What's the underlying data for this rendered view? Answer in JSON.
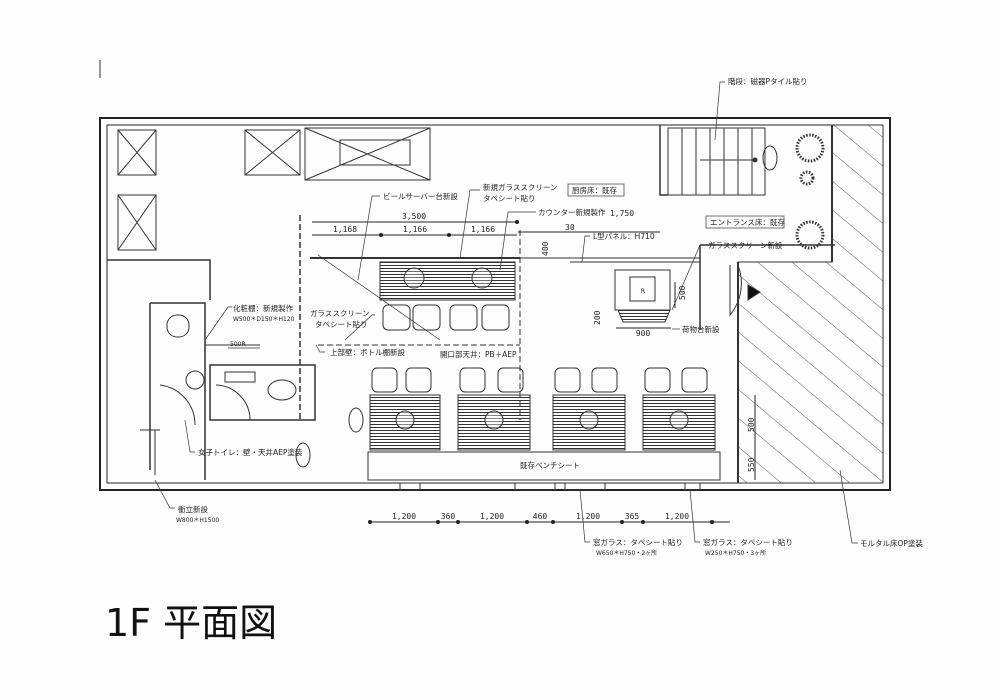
{
  "title": "1F 平面図",
  "labels": {
    "stairs": "階段：磁器Pタイル貼り",
    "beer_server": "ビールサーバー台新設",
    "new_glass_screen": "新規ガラススクリーン",
    "new_glass_screen_sub": "タペシート貼り",
    "kitchen_floor": "厨房床：既存",
    "counter": "カウンター新規製作",
    "l_panel": "L型パネル：H710",
    "entrance_floor": "エントランス床：既存",
    "glass_screen_new": "ガラススクリーン新設",
    "glass_screen": "ガラススクリーン",
    "glass_screen_sub": "タペシート貼り",
    "upper_wall": "上部壁：ボトル棚新設",
    "opening_ceiling": "開口部天井：PB＋AEP",
    "vanity": "化粧棚：新規製作",
    "vanity_size": "W500＊D150＊H120",
    "womens_toilet": "女子トイレ：壁・天井AEP塗装",
    "partition": "衝立新設",
    "partition_size": "W800＊H1500",
    "bench": "既存ベンチシート",
    "luggage": "荷物台新設",
    "fridge": "R",
    "window1": "窓ガラス：タペシート貼り",
    "window1_size": "W650＊H750・2ヶ所",
    "window2": "窓ガラス：タペシート貼り",
    "window2_size": "W250＊H750・3ヶ所",
    "mortar": "モルタル床OP塗装",
    "r500": "500R"
  },
  "dimensions": {
    "total": "3,500",
    "seg1": "1,168",
    "seg2": "1,166",
    "seg3": "1,166",
    "counter_len": "1,750",
    "d30": "30",
    "d400": "400",
    "d500": "500",
    "d200": "200",
    "d900": "900",
    "r500": "500",
    "r550": "550",
    "bottom": [
      "1,200",
      "360",
      "1,200",
      "460",
      "1,200",
      "365",
      "1,200"
    ]
  }
}
